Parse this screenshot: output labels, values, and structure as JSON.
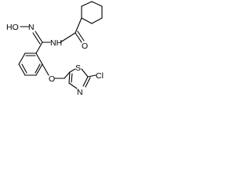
{
  "structure": {
    "atoms": [
      {
        "name": "hydroxy-oxime-label",
        "text": "HO"
      },
      {
        "name": "oxime-nitrogen-label",
        "text": "N"
      },
      {
        "name": "amide-nitrogen-label",
        "text": "NH"
      },
      {
        "name": "carbonyl-oxygen-label",
        "text": "O"
      },
      {
        "name": "ether-oxygen-label",
        "text": "O"
      },
      {
        "name": "thiazole-sulfur-label",
        "text": "S"
      },
      {
        "name": "thiazole-nitrogen-label",
        "text": "N"
      },
      {
        "name": "chloro-label",
        "text": "Cl"
      }
    ],
    "colors": {
      "bond": "#000000",
      "label": "#000000",
      "background": "#ffffff"
    }
  }
}
